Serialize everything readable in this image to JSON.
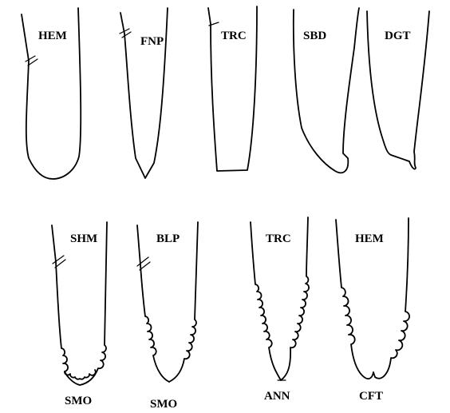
{
  "shapes_row1": [
    {
      "code": "HEM"
    },
    {
      "code": "FNP"
    },
    {
      "code": "TRC"
    },
    {
      "code": "SBD"
    },
    {
      "code": "DGT"
    }
  ],
  "shapes_row2": [
    {
      "code": "SHM",
      "margin": "SMO"
    },
    {
      "code": "BLP",
      "margin": "SMO"
    },
    {
      "code": "TRC",
      "margin": "ANN"
    },
    {
      "code": "HEM",
      "margin": "CFT"
    }
  ],
  "colors": {
    "ink": "#000000",
    "background": "#ffffff"
  }
}
